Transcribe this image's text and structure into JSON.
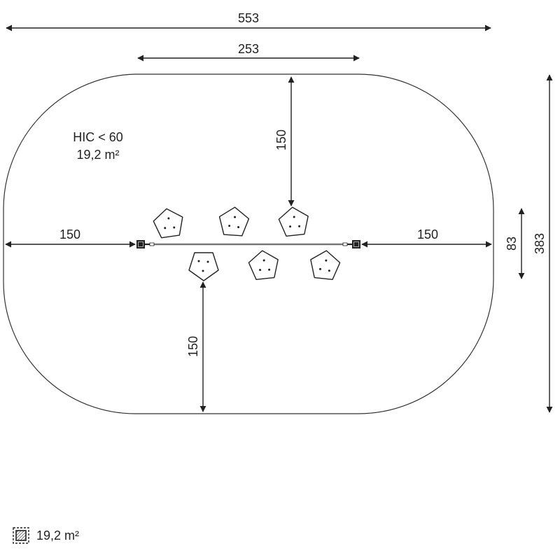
{
  "dimensions": {
    "overall_width": "553",
    "inner_width": "253",
    "top_clearance": "150",
    "left_clearance": "150",
    "right_clearance": "150",
    "bottom_clearance": "150",
    "equipment_depth": "83",
    "overall_depth": "383"
  },
  "area_info": {
    "hic": "HIC < 60",
    "area": "19,2 m²"
  },
  "legend": {
    "icon": "hatched-square-icon",
    "area": "19,2 m²"
  },
  "colors": {
    "line": "#222222",
    "background": "#ffffff"
  }
}
